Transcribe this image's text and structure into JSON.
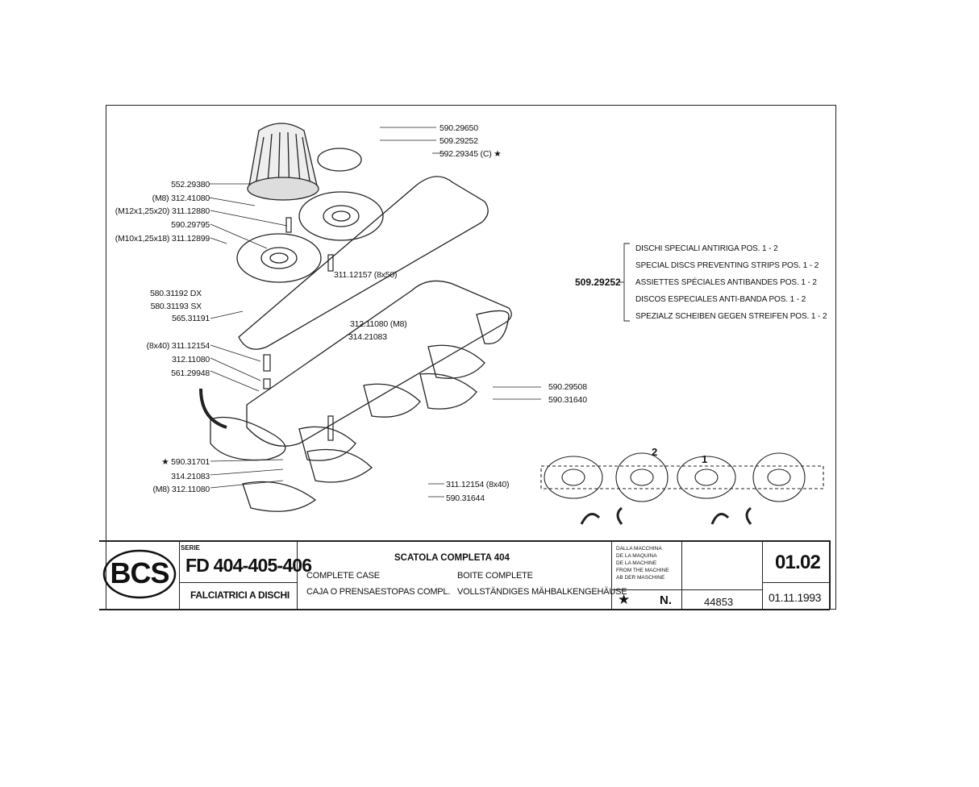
{
  "labels_left": [
    {
      "text": "552.29380",
      "x": 0,
      "y": 0
    },
    {
      "text": "(M8) 312.41080"
    },
    {
      "text": "(M12x1,25x20) 311.12880"
    },
    {
      "text": "590.29795"
    },
    {
      "text": "(M10x1,25x18) 311.12899"
    },
    {
      "text": "580.31192 DX"
    },
    {
      "text": "580.31193 SX"
    },
    {
      "text": "565.31191"
    },
    {
      "text": "(8x40) 311.12154"
    },
    {
      "text": "312.11080"
    },
    {
      "text": "561.29948"
    },
    {
      "text": "★ 590.31701"
    },
    {
      "text": "314.21083"
    },
    {
      "text": "(M8) 312.11080"
    }
  ],
  "labels_top": [
    {
      "text": "590.29650"
    },
    {
      "text": "509.29252"
    },
    {
      "text": "592.29345 (C) ★"
    }
  ],
  "labels_mid": [
    {
      "text": "311.12157 (8x50)"
    },
    {
      "text": "312.11080 (M8)"
    },
    {
      "text": "314.21083"
    }
  ],
  "labels_right": [
    {
      "text": "590.29508"
    },
    {
      "text": "590.31640"
    },
    {
      "text": "311.12154 (8x40)"
    },
    {
      "text": "590.31644"
    }
  ],
  "special_discs": {
    "ref": "509.29252",
    "lines": [
      "DISCHI  SPECIALI  ANTIRIGA POS. 1 - 2",
      "SPECIAL DISCS PREVENTING STRIPS POS. 1 - 2",
      "ASSIETTES SPÉCIALES ANTIBANDES POS. 1 - 2",
      "DISCOS ESPECIALES ANTI-BANDA POS. 1 - 2",
      "SPEZIALZ SCHEIBEN GEGEN STREIFEN POS. 1 - 2"
    ]
  },
  "positions": {
    "pos1": "1",
    "pos2": "2"
  },
  "title_block": {
    "logo": "BCS",
    "serie_label": "SERIE",
    "model": "FD 404-405-406",
    "subtitle": "FALCIATRICI A DISCHI",
    "title_it": "SCATOLA COMPLETA 404",
    "title_en": "COMPLETE CASE",
    "title_fr": "BOITE COMPLETE",
    "title_es": "CAJA O PRENSAESTOPAS COMPL.",
    "title_de": "VOLLSTÄNDIGES MÄHBALKENGEHÄUSE",
    "from_machine": [
      "DALLA MACCHINA",
      "DE LA MAQUINA",
      "DE LA MACHINE",
      "FROM THE MACHINE",
      "AB DER MASCHINE"
    ],
    "star": "★",
    "n_label": "N.",
    "doc_number": "44853",
    "sheet_number": "01.02",
    "date": "01.11.1993"
  }
}
